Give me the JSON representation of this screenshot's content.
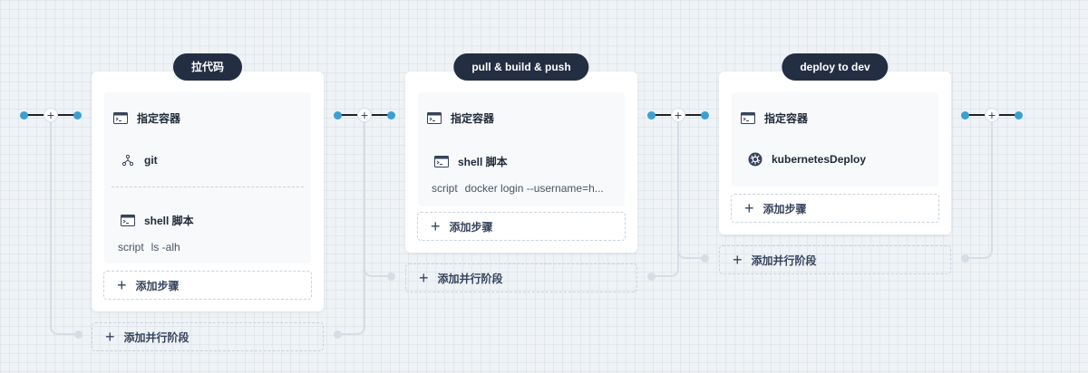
{
  "colors": {
    "accent": "#3aa0d2",
    "title_bg": "#242e42",
    "line": "#d6dde4"
  },
  "stages": [
    {
      "title": "拉代码",
      "steps": [
        {
          "label": "指定容器",
          "icon": "terminal-icon"
        },
        {
          "label": "git",
          "icon": "git-branch-icon"
        },
        {
          "label": "shell 脚本",
          "icon": "terminal-icon",
          "script_key": "script",
          "script_value": "ls -alh"
        }
      ],
      "add_step": "添加步骤",
      "add_parallel": "添加并行阶段"
    },
    {
      "title": "pull & build & push",
      "steps": [
        {
          "label": "指定容器",
          "icon": "terminal-icon"
        },
        {
          "label": "shell 脚本",
          "icon": "terminal-icon",
          "script_key": "script",
          "script_value": "docker login --username=h..."
        }
      ],
      "add_step": "添加步骤",
      "add_parallel": "添加并行阶段"
    },
    {
      "title": "deploy to dev",
      "steps": [
        {
          "label": "指定容器",
          "icon": "terminal-icon"
        },
        {
          "label": "kubernetesDeploy",
          "icon": "kubernetes-icon"
        }
      ],
      "add_step": "添加步骤",
      "add_parallel": "添加并行阶段"
    }
  ],
  "add_stage_symbol": "+"
}
